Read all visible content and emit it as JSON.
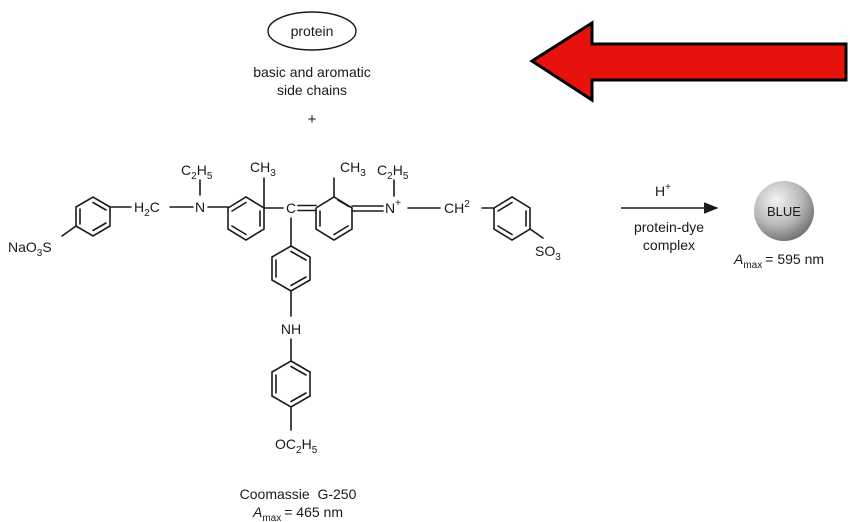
{
  "protein_label": "protein",
  "side_chains_line1": "basic and aromatic",
  "side_chains_line2": "side chains",
  "plus": "+",
  "groups": {
    "c2h5_left": {
      "pre": "C",
      "sub": "2",
      "mid": "H",
      "sub2": "5"
    },
    "ch3_left": {
      "pre": "CH",
      "sub": "3"
    },
    "ch3_right": {
      "pre": "CH",
      "sub": "3"
    },
    "c2h5_right": {
      "pre": "C",
      "sub": "2",
      "mid": "H",
      "sub2": "5"
    },
    "h2c": {
      "pre": "H",
      "sub": "2",
      "post": "C"
    },
    "n_left": "N",
    "c_central": "C",
    "n_plus": {
      "pre": "N",
      "sup": "+"
    },
    "ch2": {
      "pre": "CH",
      "sup": "2"
    },
    "nao3s": {
      "pre": "NaO",
      "sub": "3",
      "post": "S"
    },
    "so3": {
      "pre": "SO",
      "sub": "3"
    },
    "nh": "NH",
    "oc2h5": {
      "pre": "OC",
      "sub": "2",
      "mid": "H",
      "sub2": "5"
    }
  },
  "reaction": {
    "reagent": {
      "pre": "H",
      "sup": "+"
    },
    "below_line1": "protein-dye",
    "below_line2": "complex"
  },
  "product": {
    "label": "BLUE",
    "amax_symbol": "A",
    "amax_sub": "max",
    "amax_value": "= 595 nm"
  },
  "dye": {
    "name": "Coomassie  G-250",
    "amax_symbol": "A",
    "amax_sub": "max",
    "amax_value": "= 465 nm"
  },
  "colors": {
    "arrow_fill": "#e8120c",
    "arrow_stroke": "#000000",
    "sphere_light": "#f2f2f2",
    "sphere_dark": "#6e6e6e"
  },
  "icons": {
    "big_arrow": "red-left-arrow-icon",
    "sphere": "gray-sphere-icon"
  }
}
